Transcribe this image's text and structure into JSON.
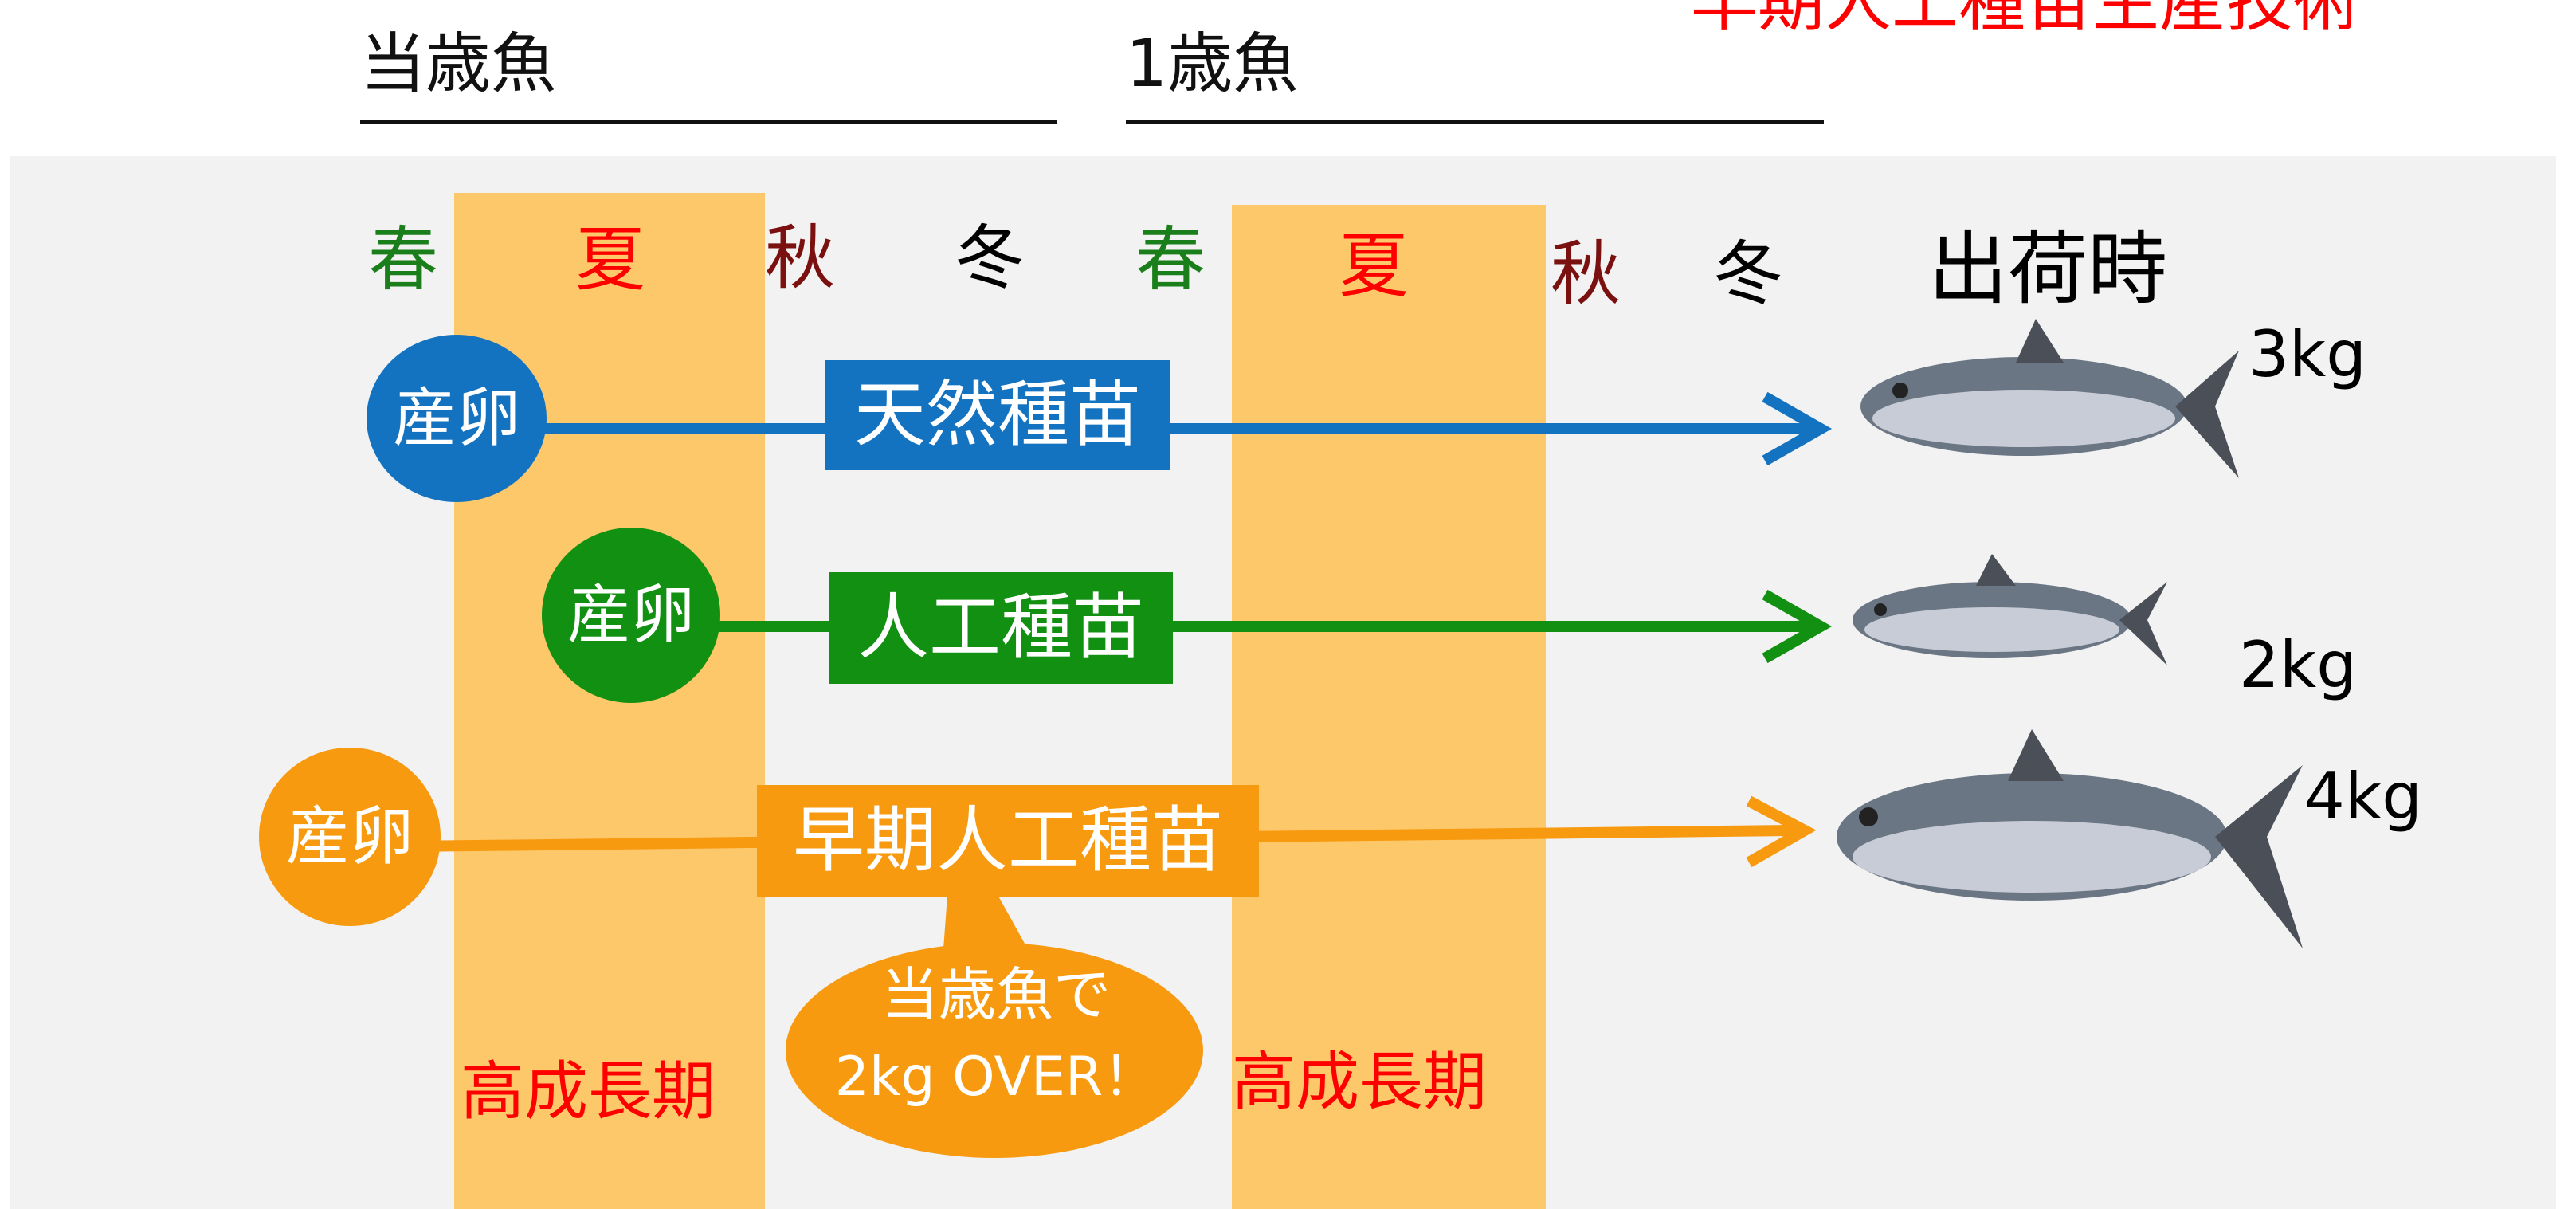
{
  "header": {
    "age0": "当歳魚",
    "age1": "1歳魚",
    "title": "早期人工種苗生産技術"
  },
  "seasons": {
    "y1": [
      "春",
      "夏",
      "秋",
      "冬"
    ],
    "y2": [
      "春",
      "夏",
      "秋",
      "冬"
    ],
    "ship": "出荷時"
  },
  "colors": {
    "spring": "#1a7f1a",
    "summer": "#ff0000",
    "autumn": "#7a1010",
    "winter": "#000000",
    "wild": "#1473c0",
    "artificial": "#129012",
    "early": "#f79a10",
    "band": "#fdc86a"
  },
  "rows": [
    {
      "spawn": "産卵",
      "label": "天然種苗",
      "weight": "3kg"
    },
    {
      "spawn": "産卵",
      "label": "人工種苗",
      "weight": "2kg"
    },
    {
      "spawn": "産卵",
      "label": "早期人工種苗",
      "weight": "4kg"
    }
  ],
  "bubble": {
    "line1": "当歳魚で",
    "line2": "2kg OVER！"
  },
  "growth": {
    "label1": "高成長期",
    "label2": "高成長期"
  }
}
